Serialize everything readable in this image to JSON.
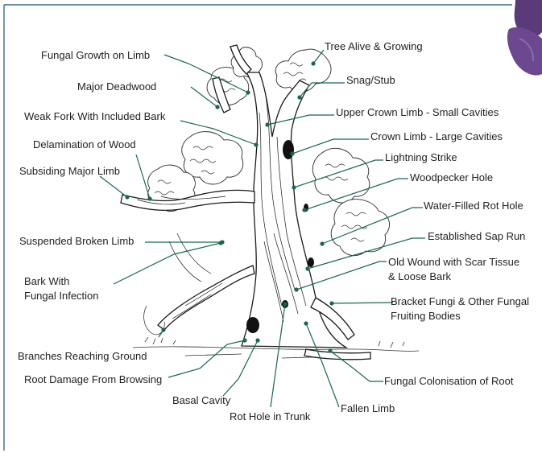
{
  "colors": {
    "frame": "#1e4b7a",
    "leader": "#14694f",
    "ink": "#1f1f1f",
    "foliage": "#2a2a2a",
    "flower_accent": "#5a3a78"
  },
  "labels": {
    "tree_alive": "Tree Alive & Growing",
    "fungal_growth_limb": "Fungal Growth on Limb",
    "snag_stub": "Snag/Stub",
    "major_deadwood": "Major Deadwood",
    "upper_crown_limb": "Upper Crown Limb - Small Cavities",
    "weak_fork": "Weak Fork With Included Bark",
    "crown_limb_large": "Crown Limb - Large Cavities",
    "delamination": "Delamination of Wood",
    "lightning": "Lightning Strike",
    "subsiding_limb": "Subsiding Major Limb",
    "woodpecker": "Woodpecker Hole",
    "water_filled": "Water-Filled Rot Hole",
    "suspended_limb": "Suspended Broken Limb",
    "sap_run": "Established Sap Run",
    "old_wound_1": "Old Wound with Scar Tissue",
    "old_wound_2": "& Loose Bark",
    "bark_fungal_1": "Bark With",
    "bark_fungal_2": "Fungal Infection",
    "bracket_1": "Bracket Fungi & Other Fungal",
    "bracket_2": "Fruiting Bodies",
    "branches_ground": "Branches Reaching Ground",
    "root_browsing": "Root Damage From Browsing",
    "fungal_root": "Fungal Colonisation of Root",
    "basal_cavity": "Basal Cavity",
    "fallen_limb": "Fallen Limb",
    "rot_hole_trunk": "Rot Hole in Trunk"
  }
}
